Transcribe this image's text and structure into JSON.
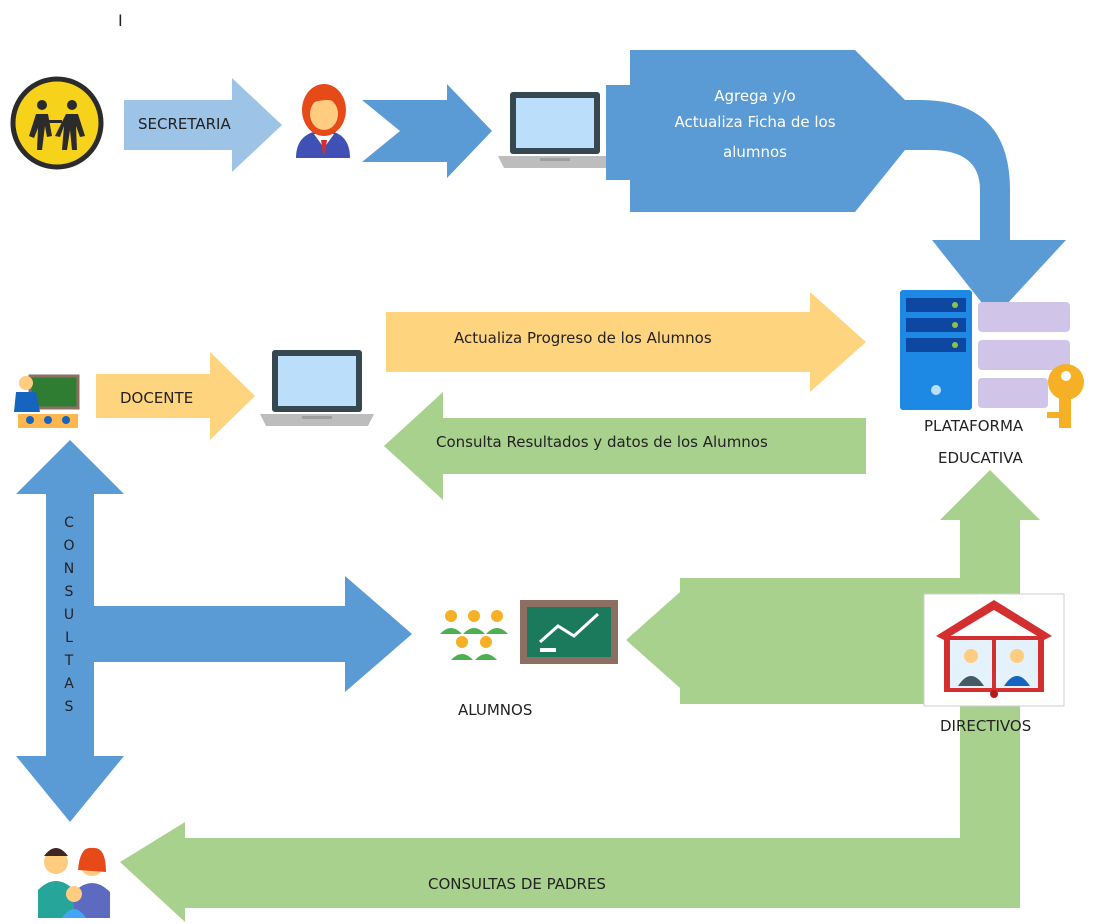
{
  "cursor_mark": "I",
  "nodes": {
    "secretaria": "SECRETARIA",
    "agrega_lines": [
      "Agrega y/o",
      "Actualiza Ficha de los",
      "alumnos"
    ],
    "docente": "DOCENTE",
    "actualiza_progreso": "Actualiza Progreso de los Alumnos",
    "consulta_resultados": "Consulta Resultados y datos de los Alumnos",
    "plataforma_lines": [
      "PLATAFORMA",
      "EDUCATIVA"
    ],
    "alumnos": "ALUMNOS",
    "directivos": "DIRECTIVOS",
    "consultas_de_padres": "CONSULTAS DE PADRES",
    "consultas_vertical": [
      "C",
      "O",
      "N",
      "S",
      "U",
      "L",
      "T",
      "A",
      "S"
    ]
  },
  "icons": [
    "school-crossing-icon",
    "secretary-icon",
    "laptop-icon",
    "server-database-icon",
    "key-icon",
    "teacher-classroom-icon",
    "students-group-icon",
    "chalkboard-chart-icon",
    "directives-book-icon",
    "parents-family-icon"
  ],
  "colors": {
    "blue_arrow": "#5b9bd5",
    "light_blue_arrow": "#9dc3e6",
    "orange_arrow": "#ffd47f",
    "green_arrow": "#a9d18e",
    "server_blue": "#1e88e5",
    "key_gold": "#f6b026",
    "directives_red": "#d32f2f"
  }
}
